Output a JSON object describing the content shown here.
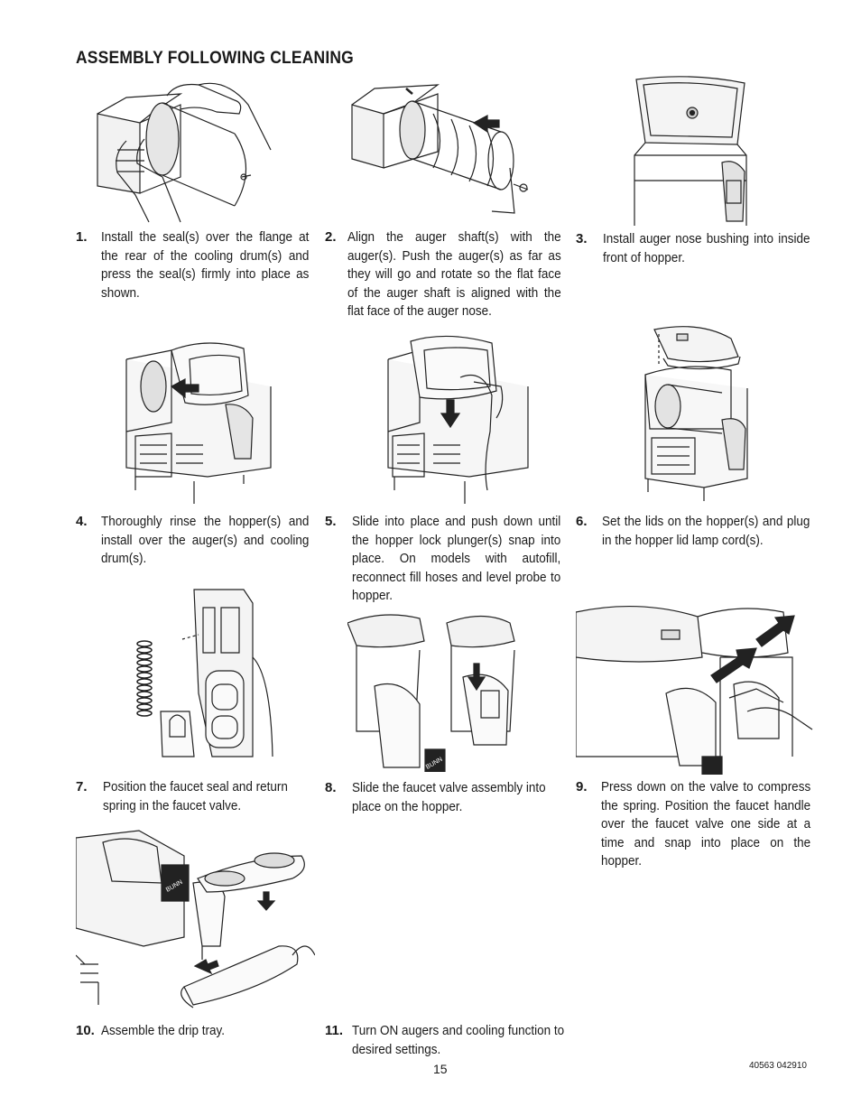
{
  "heading": "ASSEMBLY FOLLOWING CLEANING",
  "steps": [
    {
      "num": "1.",
      "text": "Install the seal(s) over the flange at the rear of the cooling drum(s) and press the seal(s) firmly into place as shown."
    },
    {
      "num": "2.",
      "text": "Align the auger shaft(s) with the auger(s). Push the auger(s) as far as they will go and rotate so the flat face of the auger shaft is aligned with the flat face of the auger nose."
    },
    {
      "num": "3.",
      "text": "Install auger nose bushing into inside front of hopper."
    },
    {
      "num": "4.",
      "text": "Thoroughly rinse the hopper(s) and install over the auger(s) and cooling drum(s)."
    },
    {
      "num": "5.",
      "text": "Slide into place and push down until the hopper lock plunger(s) snap into place. On models with autofill, reconnect fill hoses and level probe to hopper."
    },
    {
      "num": "6.",
      "text": "Set the lids on the hopper(s) and plug in the hopper lid lamp cord(s)."
    },
    {
      "num": "7.",
      "text": "Position the faucet seal and return spring in the faucet valve."
    },
    {
      "num": "8.",
      "text": "Slide the faucet valve assembly into place on the hopper."
    },
    {
      "num": "9.",
      "text": "Press down on the valve to compress the spring. Position the faucet handle over the faucet valve one side at a time and snap into place on the hopper."
    },
    {
      "num": "10.",
      "text": "Assemble the drip tray."
    },
    {
      "num": "11.",
      "text": "Turn ON augers and cooling function to desired settings."
    }
  ],
  "brand_label": "BUNN",
  "page_number": "15",
  "doc_code": "40563 042910"
}
